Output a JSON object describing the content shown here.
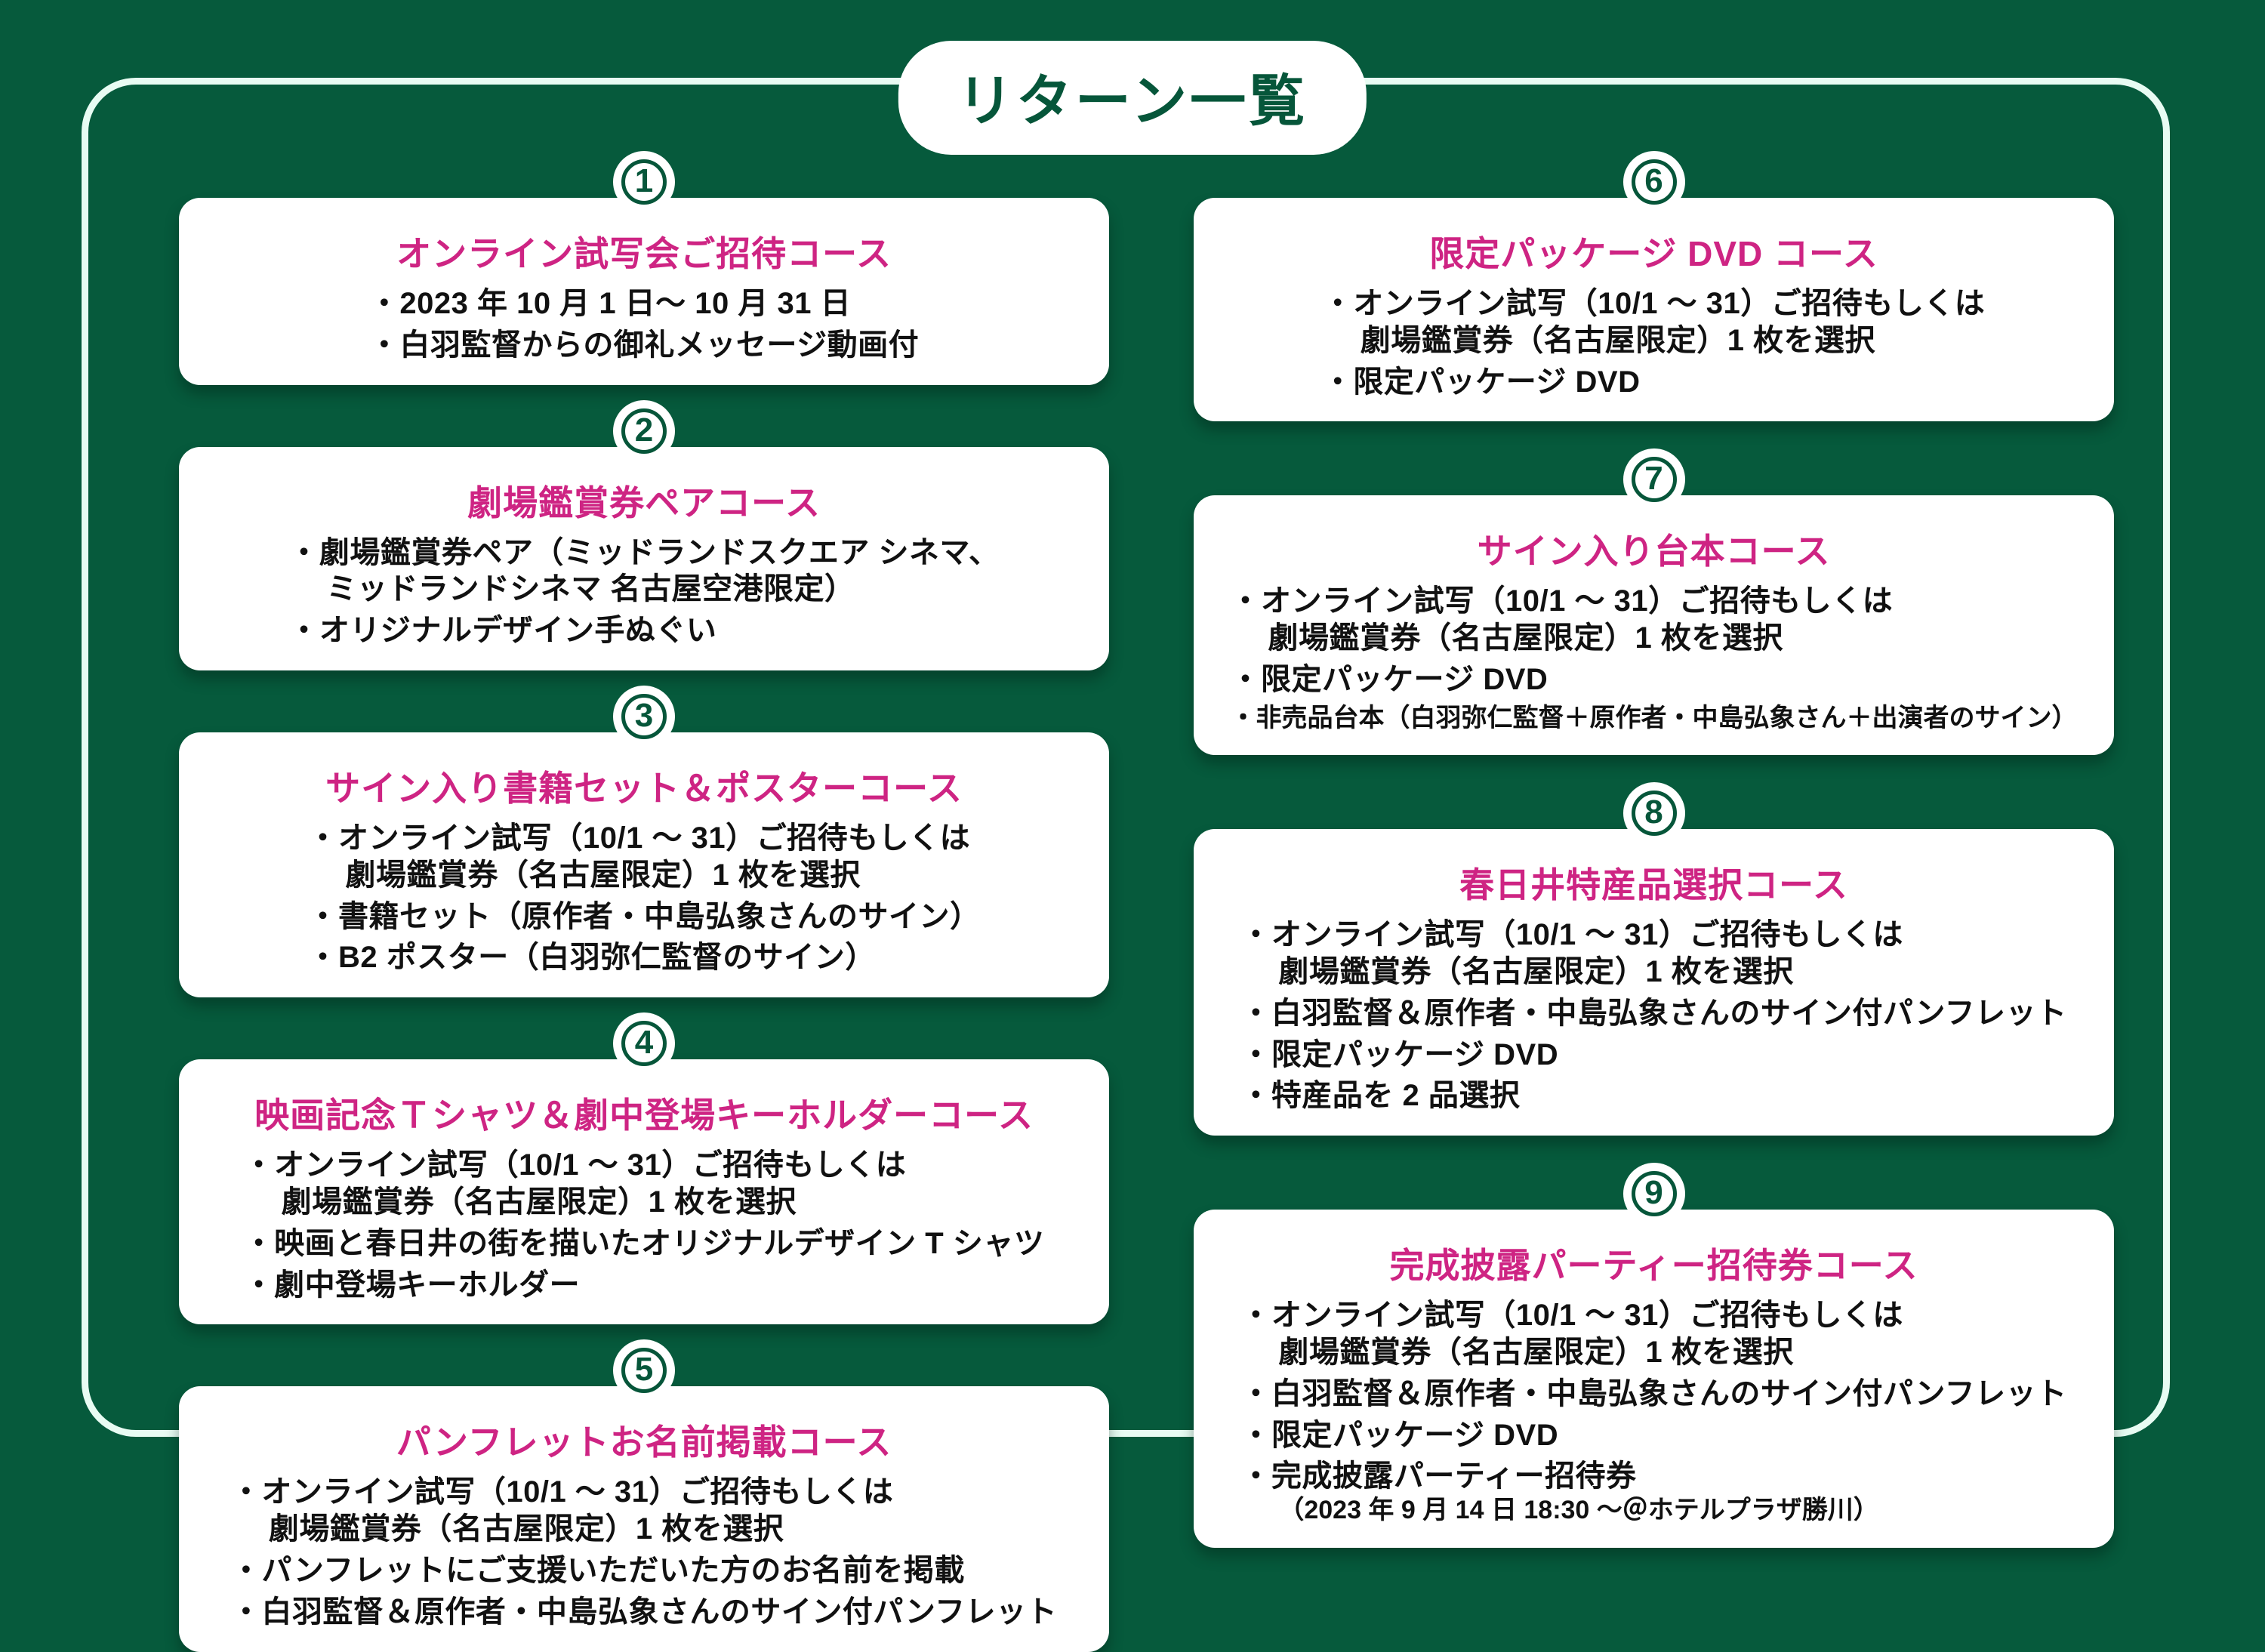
{
  "page_title": "リターン一覧",
  "colors": {
    "background": "#065A3C",
    "accent_green": "#06563A",
    "title_magenta": "#CE2483",
    "card_background": "#FFFFFF",
    "frame_stroke": "#E8FCF3"
  },
  "columns": {
    "left": [
      {
        "number": "1",
        "title": "オンライン試写会ご招待コース",
        "items": [
          [
            "・2023 年 10 月 1 日～ 10 月 31 日"
          ],
          [
            "・白羽監督からの御礼メッセージ動画付"
          ]
        ]
      },
      {
        "number": "2",
        "title": "劇場鑑賞券ペアコース",
        "items": [
          [
            "・劇場鑑賞券ペア（ミッドランドスクエア シネマ、",
            "ミッドランドシネマ 名古屋空港限定）"
          ],
          [
            "・オリジナルデザイン手ぬぐい"
          ]
        ]
      },
      {
        "number": "3",
        "title": "サイン入り書籍セット＆ポスターコース",
        "items": [
          [
            "・オンライン試写（10/1 ～ 31）ご招待もしくは",
            "劇場鑑賞券（名古屋限定）1 枚を選択"
          ],
          [
            "・書籍セット（原作者・中島弘象さんのサイン）"
          ],
          [
            "・B2 ポスター（白羽弥仁監督のサイン）"
          ]
        ]
      },
      {
        "number": "4",
        "title": "映画記念Ｔシャツ＆劇中登場キーホルダーコース",
        "items": [
          [
            "・オンライン試写（10/1 ～ 31）ご招待もしくは",
            "劇場鑑賞券（名古屋限定）1 枚を選択"
          ],
          [
            "・映画と春日井の街を描いたオリジナルデザイン T シャツ"
          ],
          [
            "・劇中登場キーホルダー"
          ]
        ]
      },
      {
        "number": "5",
        "title": "パンフレットお名前掲載コース",
        "items": [
          [
            "・オンライン試写（10/1 ～ 31）ご招待もしくは",
            "劇場鑑賞券（名古屋限定）1 枚を選択"
          ],
          [
            "・パンフレットにご支援いただいた方のお名前を掲載"
          ],
          [
            "・白羽監督＆原作者・中島弘象さんのサイン付パンフレット"
          ]
        ]
      }
    ],
    "right": [
      {
        "number": "6",
        "title": "限定パッケージ DVD コース",
        "items": [
          [
            "・オンライン試写（10/1 ～ 31）ご招待もしくは",
            "劇場鑑賞券（名古屋限定）1 枚を選択"
          ],
          [
            "・限定パッケージ DVD"
          ]
        ]
      },
      {
        "number": "7",
        "title": "サイン入り台本コース",
        "items": [
          [
            "・オンライン試写（10/1 ～ 31）ご招待もしくは",
            "劇場鑑賞券（名古屋限定）1 枚を選択"
          ],
          [
            "・限定パッケージ DVD"
          ],
          [
            "・非売品台本（白羽弥仁監督＋原作者・中島弘象さん＋出演者のサイン）"
          ]
        ]
      },
      {
        "number": "8",
        "title": "春日井特産品選択コース",
        "items": [
          [
            "・オンライン試写（10/1 ～ 31）ご招待もしくは",
            "劇場鑑賞券（名古屋限定）1 枚を選択"
          ],
          [
            "・白羽監督＆原作者・中島弘象さんのサイン付パンフレット"
          ],
          [
            "・限定パッケージ DVD"
          ],
          [
            "・特産品を 2 品選択"
          ]
        ]
      },
      {
        "number": "9",
        "title": "完成披露パーティー招待券コース",
        "items": [
          [
            "・オンライン試写（10/1 ～ 31）ご招待もしくは",
            "劇場鑑賞券（名古屋限定）1 枚を選択"
          ],
          [
            "・白羽監督＆原作者・中島弘象さんのサイン付パンフレット"
          ],
          [
            "・限定パッケージ DVD"
          ],
          [
            "・完成披露パーティー招待券",
            "（2023 年 9 月 14 日 18:30 ～＠ホテルプラザ勝川）"
          ]
        ]
      }
    ]
  }
}
